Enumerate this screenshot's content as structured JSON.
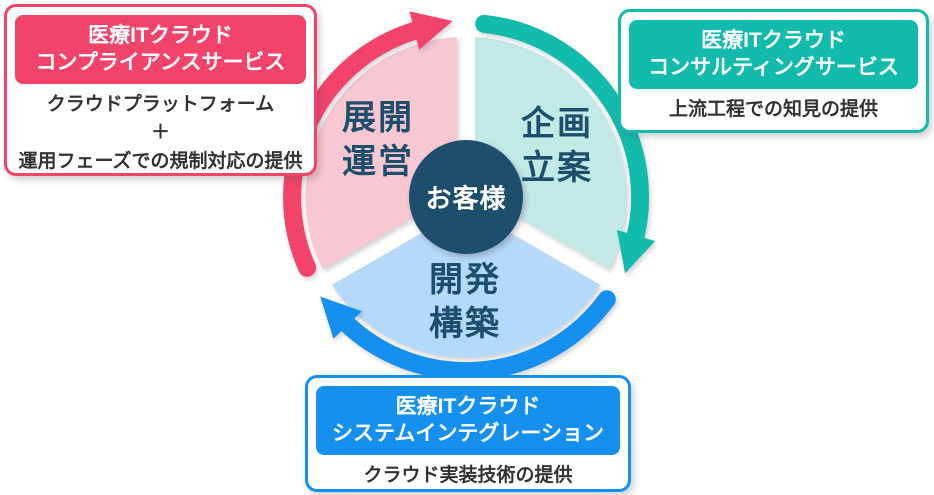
{
  "diagram": {
    "title_hint": "medical-it-cloud-service-cycle",
    "center": {
      "label": "お客様"
    },
    "segments": [
      {
        "id": "deploy-operate",
        "wedge_label_lines": [
          "展開",
          "運営"
        ],
        "fill_color": "#f7c7d2",
        "accent_color": "#f2436b",
        "box": {
          "title_lines": [
            "医療ITクラウド",
            "コンプライアンスサービス"
          ],
          "body_lines": [
            "クラウドプラットフォーム",
            "＋",
            "運用フェーズでの規制対応の提供"
          ]
        }
      },
      {
        "id": "plan",
        "wedge_label_lines": [
          "企画",
          "立案"
        ],
        "fill_color": "#c2e9e4",
        "accent_color": "#12bbac",
        "box": {
          "title_lines": [
            "医療ITクラウド",
            "コンサルティングサービス"
          ],
          "body_lines": [
            "上流工程での知見の提供"
          ]
        }
      },
      {
        "id": "develop-build",
        "wedge_label_lines": [
          "開発",
          "構築"
        ],
        "fill_color": "#b5d9f8",
        "accent_color": "#1590ef",
        "box": {
          "title_lines": [
            "医療ITクラウド",
            "システムインテグレーション"
          ],
          "body_lines": [
            "クラウド実装技術の提供"
          ]
        }
      }
    ],
    "colors": {
      "hub_fill": "#1d4e6c",
      "wedge_text": "#1d4e6c",
      "hub_text": "#ffffff",
      "body_text": "#333333",
      "background": "#ffffff"
    },
    "flow_direction": "clockwise"
  }
}
